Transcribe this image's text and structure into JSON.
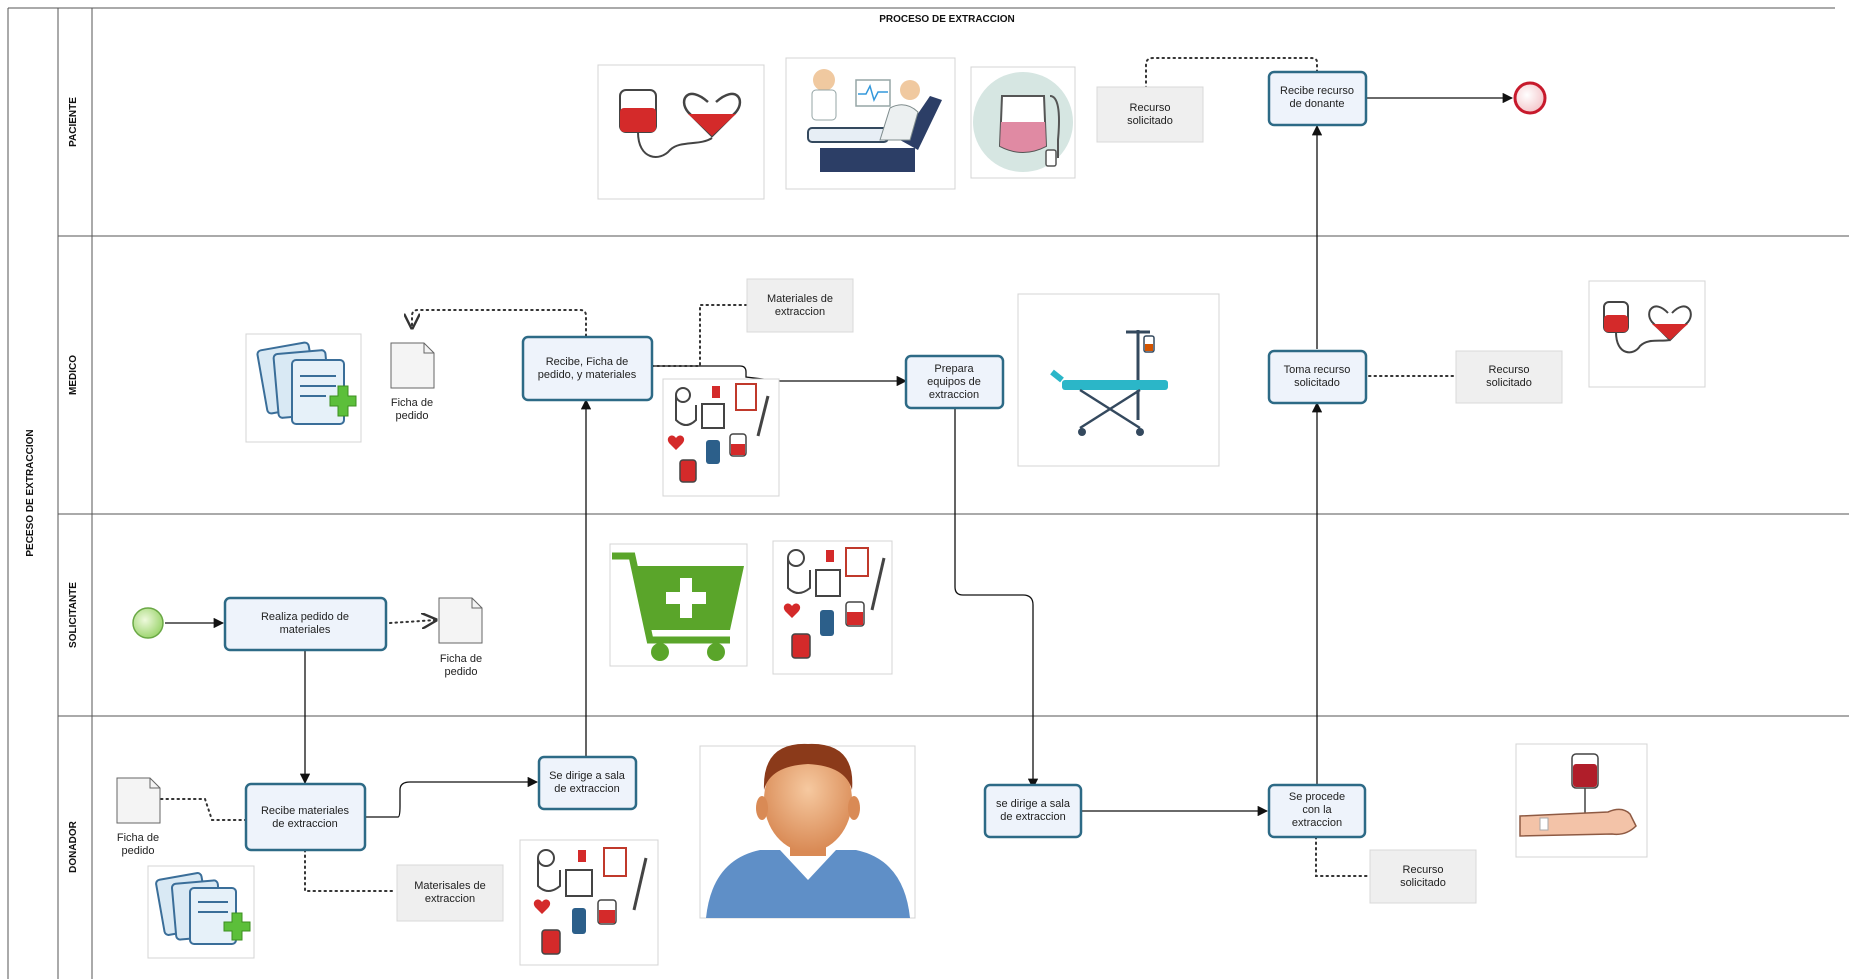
{
  "diagram": {
    "title": "PROCESO DE EXTRACCION",
    "pool_label": "PECESO DE EXTRACCION",
    "lanes": [
      "PACIENTE",
      "MEDICO",
      "SOLICITANTE",
      "DONADOR"
    ]
  },
  "tasks": {
    "recibe_recurso": [
      "Recibe recurso",
      "de donante"
    ],
    "recibe_ficha": [
      "Recibe, Ficha de",
      "pedido, y materiales"
    ],
    "prepara": [
      "Prepara",
      "equipos de",
      "extraccion"
    ],
    "toma_recurso": [
      "Toma recurso",
      "solicitado"
    ],
    "realiza_pedido": [
      "Realiza pedido de",
      "materiales"
    ],
    "recibe_materiales": [
      "Recibe materiales",
      "de extraccion"
    ],
    "se_dirige_1": [
      "Se dirige a sala",
      "de extraccion"
    ],
    "se_dirige_2": [
      "se dirige a sala",
      "de extraccion"
    ],
    "se_procede": [
      "Se procede",
      "con la",
      "extraccion"
    ]
  },
  "annotations": {
    "recurso_solicitado": [
      "Recurso",
      "solicitado"
    ],
    "materiales_medico": [
      "Materiales de",
      "extraccion"
    ],
    "materiales_donador": [
      "Materisales de",
      "extraccion"
    ]
  },
  "documents": {
    "ficha_de_pedido": [
      "Ficha de",
      "pedido"
    ]
  },
  "colors": {
    "task_border": "#2d6a86",
    "task_fill": "#eef3fb",
    "start_event": "#9fd672",
    "end_event": "#c71a2c",
    "lane_line": "#555555"
  }
}
